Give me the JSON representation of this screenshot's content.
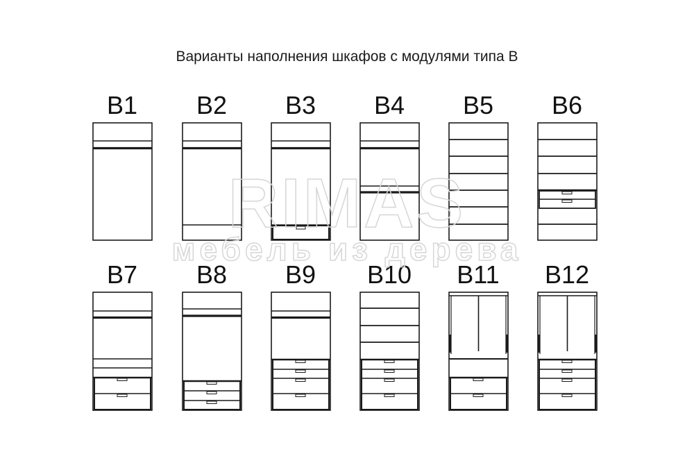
{
  "title": "Варианты наполнения шкафов с модулями типа В",
  "watermark": {
    "brand": "RIMAS",
    "tagline": "мебель из дерева"
  },
  "cabinets": [
    {
      "label": "B1",
      "row": 0,
      "col": 0,
      "fill": "hanging rail"
    },
    {
      "label": "B2",
      "row": 0,
      "col": 1,
      "fill": "hanging rail + bottom shelf"
    },
    {
      "label": "B3",
      "row": 0,
      "col": 2,
      "fill": "hanging rail + 1 drawer"
    },
    {
      "label": "B4",
      "row": 0,
      "col": 3,
      "fill": "2 hanging rails"
    },
    {
      "label": "B5",
      "row": 0,
      "col": 4,
      "fill": "6 shelves"
    },
    {
      "label": "B6",
      "row": 0,
      "col": 5,
      "fill": "shelves + 2 drawers"
    },
    {
      "label": "B7",
      "row": 1,
      "col": 0,
      "fill": "hanging rail + 2 shelves + 2 drawers"
    },
    {
      "label": "B8",
      "row": 1,
      "col": 1,
      "fill": "hanging rail + 3 drawers"
    },
    {
      "label": "B9",
      "row": 1,
      "col": 2,
      "fill": "hanging rail + 4 drawers"
    },
    {
      "label": "B10",
      "row": 1,
      "col": 3,
      "fill": "3 shelves + 4 drawers"
    },
    {
      "label": "B11",
      "row": 1,
      "col": 4,
      "fill": "pull-down rail + shelf + 2 drawers"
    },
    {
      "label": "B12",
      "row": 1,
      "col": 5,
      "fill": "pull-down rail + 4 drawers"
    }
  ],
  "colors": {
    "line": "#1a1a1a",
    "watermark": "#d6d6d6"
  }
}
